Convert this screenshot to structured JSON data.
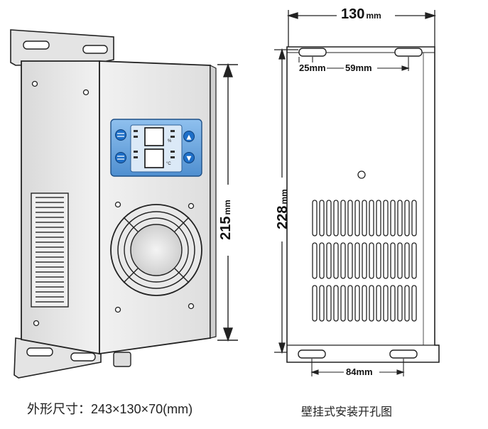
{
  "front_view": {
    "height_dim": {
      "value": "215",
      "unit": "mm"
    },
    "panel_symbols": {
      "up": "▲",
      "down": "▼"
    }
  },
  "back_view": {
    "width_dim": {
      "value": "130",
      "unit": "mm"
    },
    "height_dim": {
      "value": "228",
      "unit": "mm"
    },
    "slot_offset": "25mm",
    "slot_spacing_top": "59mm",
    "slot_spacing_bottom": "84mm"
  },
  "captions": {
    "overall_dimensions": "外形尺寸：243×130×70(mm)",
    "mounting_holes": "壁挂式安装开孔图"
  },
  "colors": {
    "panel_blue": "#4f8fd0",
    "button_blue": "#1e6fc8",
    "outline": "#222222",
    "enclosure_grey": "#e6e6e6"
  }
}
